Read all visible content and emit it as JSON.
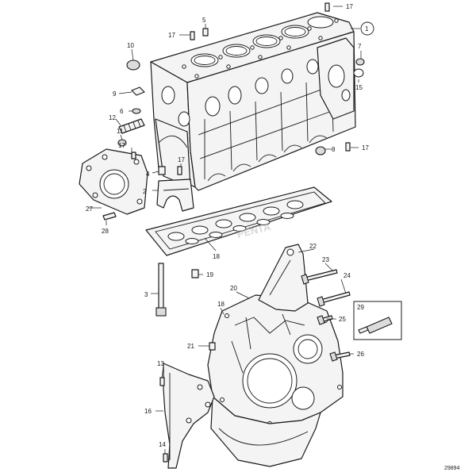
{
  "diagram": {
    "drawing_number": "29894",
    "watermark": "PENTA",
    "callouts": {
      "c1": "1",
      "c2": "2",
      "c3": "3",
      "c4": "4",
      "c5": "5",
      "c6": "6",
      "c7": "7",
      "c8": "8",
      "c9": "9",
      "c10": "10",
      "c11": "11",
      "c12": "12",
      "c13": "13",
      "c14": "14",
      "c15": "15",
      "c16": "16",
      "c17": "17",
      "c18": "18",
      "c19": "19",
      "c20": "20",
      "c21": "21",
      "c22": "22",
      "c23": "23",
      "c24": "24",
      "c25": "25",
      "c26": "26",
      "c27": "27",
      "c28": "28",
      "c29": "29"
    }
  }
}
